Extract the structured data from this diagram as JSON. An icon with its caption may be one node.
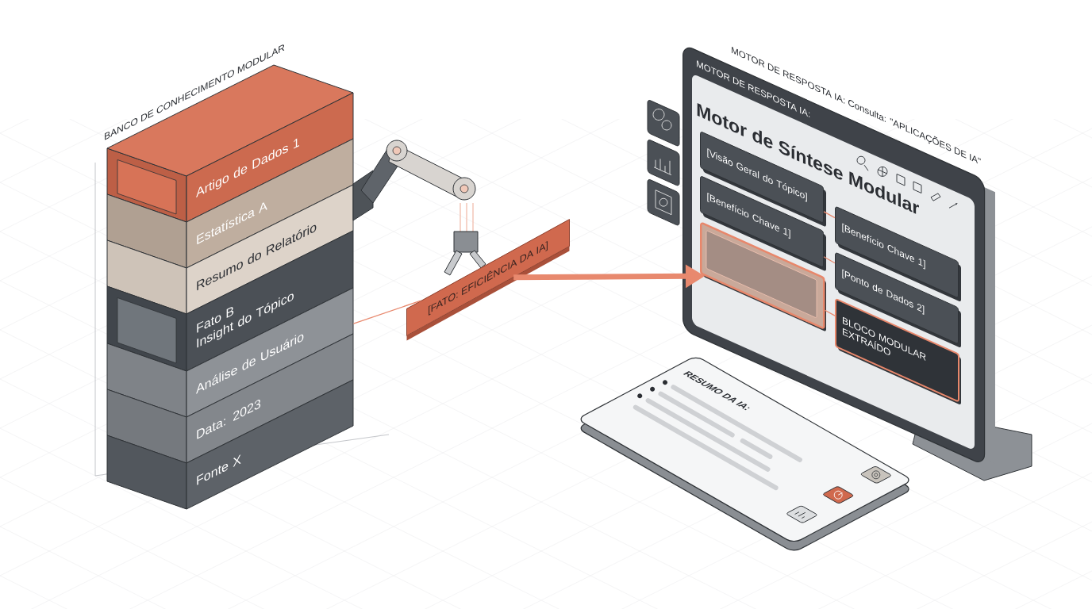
{
  "diagram": {
    "nodes": [
      {
        "text": [
          "Artigo de Dados 1"
        ]
      },
      {
        "text": [
          "Estatística A"
        ]
      },
      {
        "text": [
          "Resumo do Relatório"
        ]
      },
      {
        "text": [
          "Fato B",
          "Insight do Tópico"
        ]
      },
      {
        "text": [
          "Análise de Usuário"
        ]
      },
      {
        "text": [
          "Data: 2023"
        ]
      },
      {
        "text": [
          "Fonte X"
        ]
      },
      {
        "text": [
          "[FATO: EFICIÊNCIA DA IA]"
        ]
      },
      {
        "text": [
          "MOTOR DE RESPOSTA IA: Consulta: \"APLICAÇÕES DE IA\"",
          "MOTOR DE RESPOSTA IA:",
          "Motor de Síntese Modular"
        ]
      },
      {
        "text": [
          "[Visão Geral do Tópico]"
        ],
        "in": 8
      },
      {
        "text": [
          "[Benefício Chave 1]"
        ],
        "in": 8
      },
      {
        "text": [],
        "shape": "box",
        "in": 8
      },
      {
        "text": [
          "[Benefício Chave 1]"
        ],
        "in": 8
      },
      {
        "text": [
          "[Ponto de Dados 2]"
        ],
        "in": 8
      },
      {
        "text": [
          "BLOCO MODULAR EXTRAÍDO"
        ],
        "in": 8
      },
      {
        "text": [
          "RESUMO DA IA:"
        ]
      }
    ],
    "edges": [
      {
        "from": 4,
        "to": 7,
        "arrow": "none"
      },
      {
        "from": 7,
        "to": 11,
        "arrow": "to",
        "style": "thick"
      },
      {
        "from": 9,
        "to": 12,
        "arrow": "none"
      },
      {
        "from": 10,
        "to": 13,
        "arrow": "none"
      },
      {
        "from": 11,
        "to": 14,
        "arrow": "none"
      }
    ],
    "labels": [
      "BANCO DE CONHECIMENTO MODULAR"
    ]
  }
}
